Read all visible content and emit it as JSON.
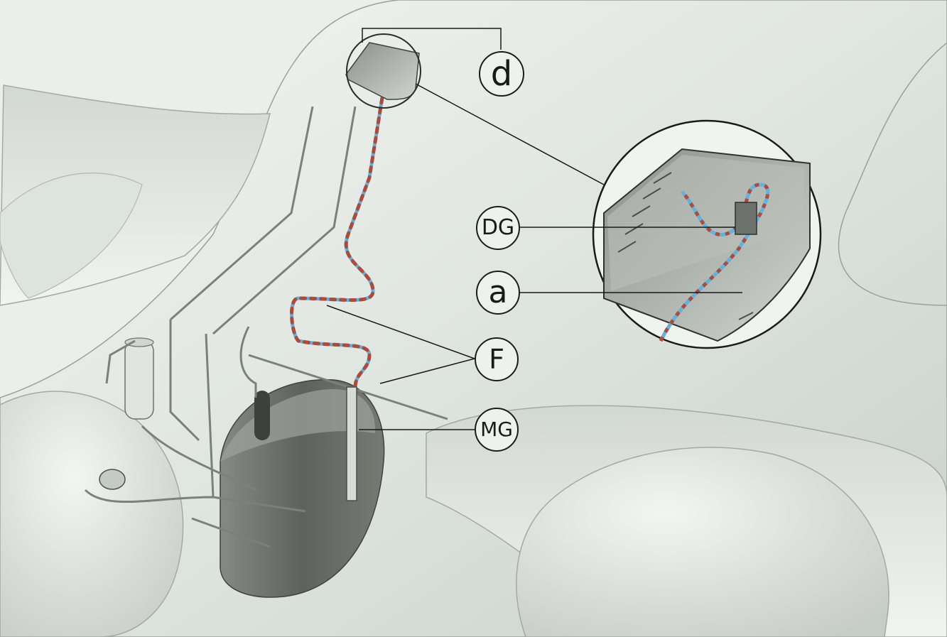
{
  "labels": {
    "d": "d",
    "dg": "DG",
    "a": "a",
    "f": "F",
    "mg": "MG"
  },
  "colors": {
    "background": "#e6ebe6",
    "airframe": "#dfe5df",
    "pipe_blue": "#5fb3de",
    "pipe_red": "#b04a38",
    "tank": "#6c706a",
    "outline": "#1c1c1c"
  }
}
